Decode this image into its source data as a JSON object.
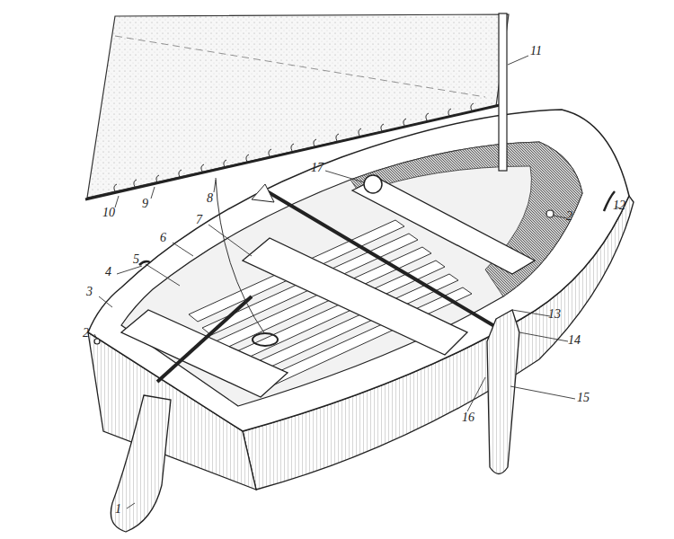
{
  "diagram": {
    "labels": [
      "1",
      "2",
      "3",
      "4",
      "5",
      "6",
      "7",
      "8",
      "9",
      "10",
      "11",
      "12",
      "2",
      "13",
      "14",
      "15",
      "16",
      "17"
    ]
  }
}
